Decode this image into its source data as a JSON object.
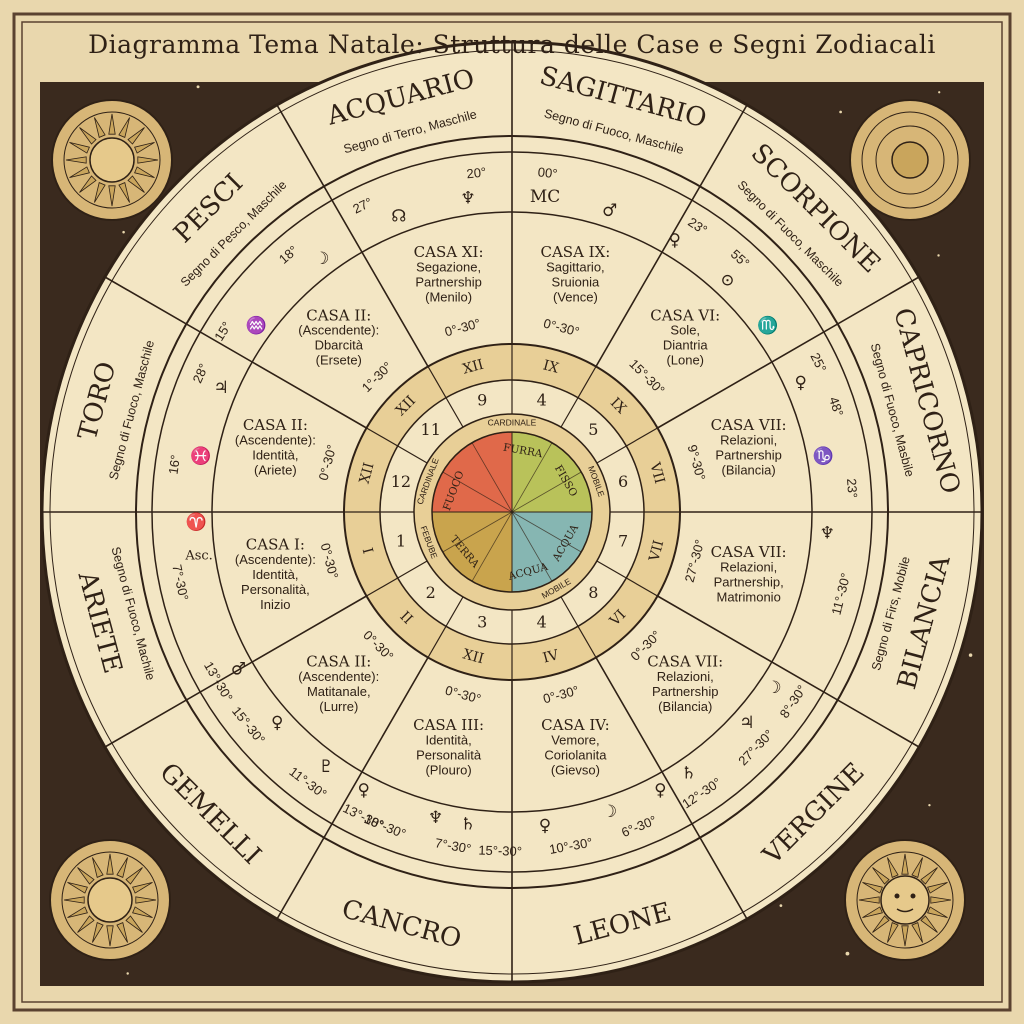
{
  "title": "Diagramma Tema Natale: Struttura delle Case e Segni Zodiacali",
  "colors": {
    "parchment": "#f3e6c4",
    "ink": "#2f2116",
    "border_dark": "#3a2a1e",
    "gold": "#c9a55c",
    "fire": "#e0694a",
    "earth": "#c9a44d",
    "air": "#b9c25a",
    "water": "#86b6b2"
  },
  "signs": [
    {
      "name": "ACQUARIO",
      "subtitle": "Segno di Terro, Maschile"
    },
    {
      "name": "SAGITTARIO",
      "subtitle": "Segno di Fuoco, Maschile"
    },
    {
      "name": "SCORPIONE",
      "subtitle": "Segno di Fuoco, Maschile"
    },
    {
      "name": "CAPRICORNO",
      "subtitle": "Segno di Fuoco, Masbile"
    },
    {
      "name": "BILANCIA",
      "subtitle": "Segno di Firs, Mobile"
    },
    {
      "name": "VERGINE",
      "subtitle": ""
    },
    {
      "name": "LEONE",
      "subtitle": ""
    },
    {
      "name": "CANCRO",
      "subtitle": ""
    },
    {
      "name": "GEMELLI",
      "subtitle": ""
    },
    {
      "name": "ARIETE",
      "subtitle": "Segno di Fuoco, Machile"
    },
    {
      "name": "TORO",
      "subtitle": "Segno di Fuoco, Maschile"
    },
    {
      "name": "PESCI",
      "subtitle": "Segno di Pesco, Maschile"
    }
  ],
  "degree_marks": [
    {
      "text": "20°",
      "angle": -96
    },
    {
      "text": "00°",
      "angle": -84
    },
    {
      "text": "27°",
      "angle": -116
    },
    {
      "text": "23°",
      "angle": -57
    },
    {
      "text": "18°",
      "angle": -131
    },
    {
      "text": "55°",
      "angle": -48
    },
    {
      "text": "15°",
      "angle": -148
    },
    {
      "text": "25°",
      "angle": -26
    },
    {
      "text": "28°",
      "angle": -156
    },
    {
      "text": "48°",
      "angle": -18
    },
    {
      "text": "16°",
      "angle": -172
    },
    {
      "text": "23°",
      "angle": -4
    },
    {
      "text": "7°-30°",
      "angle": 168
    },
    {
      "text": "11°-30°",
      "angle": 14
    },
    {
      "text": "13°-30°",
      "angle": 150
    },
    {
      "text": "8°-30°",
      "angle": 34
    },
    {
      "text": "15°-30°",
      "angle": 141
    },
    {
      "text": "27°-30°",
      "angle": 44
    },
    {
      "text": "11°-30°",
      "angle": 127
    },
    {
      "text": "12°-30°",
      "angle": 56
    },
    {
      "text": "13°-30°",
      "angle": 116
    },
    {
      "text": "6°-30°",
      "angle": 68
    },
    {
      "text": "18°-30°",
      "angle": 112
    },
    {
      "text": "10°-30°",
      "angle": 80
    },
    {
      "text": "7°-30°",
      "angle": 100
    },
    {
      "text": "15°-30°",
      "angle": 92
    }
  ],
  "planet_glyphs": [
    {
      "glyph": "♆",
      "angle": -98
    },
    {
      "glyph": "MC",
      "angle": -84
    },
    {
      "glyph": "☊",
      "angle": -111
    },
    {
      "glyph": "♂",
      "angle": -72
    },
    {
      "glyph": "☽",
      "angle": -127
    },
    {
      "glyph": "♀",
      "angle": -59
    },
    {
      "glyph": "♒",
      "angle": -144
    },
    {
      "glyph": "⊙",
      "angle": -47
    },
    {
      "glyph": "♃",
      "angle": -157
    },
    {
      "glyph": "♏",
      "angle": -36
    },
    {
      "glyph": "♓",
      "angle": -170
    },
    {
      "glyph": "♀",
      "angle": -24
    },
    {
      "glyph": "♈",
      "angle": 178
    },
    {
      "glyph": "♑",
      "angle": -10
    },
    {
      "glyph": "Asc.",
      "angle": 172
    },
    {
      "glyph": "♆",
      "angle": 4
    },
    {
      "glyph": "♂",
      "angle": 150
    },
    {
      "glyph": "☽",
      "angle": 34
    },
    {
      "glyph": "♀",
      "angle": 138
    },
    {
      "glyph": "♃",
      "angle": 42
    },
    {
      "glyph": "♀",
      "angle": 118
    },
    {
      "glyph": "♄",
      "angle": 56
    },
    {
      "glyph": "♇",
      "angle": 126
    },
    {
      "glyph": "♀",
      "angle": 62
    },
    {
      "glyph": "♆",
      "angle": 104
    },
    {
      "glyph": "☽",
      "angle": 72
    },
    {
      "glyph": "♄",
      "angle": 98
    },
    {
      "glyph": "♀",
      "angle": 84
    }
  ],
  "houses": [
    {
      "lines": [
        "CASA XI:",
        "Segazione,",
        "Partnership",
        "(Menilo)"
      ],
      "range": "0°-30°"
    },
    {
      "lines": [
        "CASA IX:",
        "Sagittario,",
        "Sruionia",
        "(Vence)"
      ],
      "range": "0°-30°"
    },
    {
      "lines": [
        "CASA VI:",
        "Sole,",
        "Diantria",
        "(Lone)"
      ],
      "range": "15°-30°"
    },
    {
      "lines": [
        "CASA VII:",
        "Relazioni,",
        "Partnership",
        "(Bilancia)"
      ],
      "range": "9°-30°"
    },
    {
      "lines": [
        "CASA VII:",
        "Relazioni,",
        "Partnership,",
        "Matrimonio"
      ],
      "range": "27°-30°"
    },
    {
      "lines": [
        "CASA VII:",
        "Relazioni,",
        "Partnership",
        "(Bilancia)"
      ],
      "range": "0°-30°"
    },
    {
      "lines": [
        "CASA IV:",
        "Vemore,",
        "Coriolanita",
        "(Gievso)"
      ],
      "range": "0°-30°"
    },
    {
      "lines": [
        "CASA III:",
        "Identità,",
        "Personalità",
        "(Plouro)"
      ],
      "range": "0°-30°"
    },
    {
      "lines": [
        "CASA II:",
        "(Ascendente):",
        "Matitanale,",
        "(Lurre)"
      ],
      "range": "0°-30°"
    },
    {
      "lines": [
        "CASA I:",
        "(Ascendente):",
        "Identità,",
        "Personalità,",
        "Inizio"
      ],
      "range": "0°-30°"
    },
    {
      "lines": [
        "CASA II:",
        "(Ascendente):",
        "Identità,",
        "(Ariete)"
      ],
      "range": "0°-30°"
    },
    {
      "lines": [
        "CASA II:",
        "(Ascendente):",
        "Dbarcità",
        "(Ersete)"
      ],
      "range": "1°-30°"
    }
  ],
  "roman_numerals": [
    "XII",
    "IX",
    "IX",
    "VII",
    "VII",
    "VI",
    "IV",
    "XII",
    "II",
    "I",
    "XII",
    "XII"
  ],
  "inner_numbers": [
    "9",
    "4",
    "5",
    "6",
    "7",
    "8",
    "4",
    "3",
    "2",
    "1",
    "12",
    "11"
  ],
  "center": {
    "modality_labels": [
      "CARDINALE",
      "MOBILE",
      "MOBILE",
      "FEBUBE",
      "CARDINALE"
    ],
    "element_labels": [
      "FURRA",
      "FISSO",
      "ACQUA",
      "ACQUA",
      "TERRA",
      "FUOCO"
    ]
  }
}
